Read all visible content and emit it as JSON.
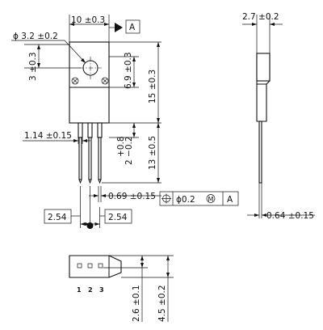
{
  "dimensions": {
    "body_width": "10 ±0.3",
    "datum_a": "A",
    "hole_diameter": "ϕ 3.2 ±0.2",
    "hole_offset": "3 ±0.3",
    "hole_to_edge": "6.9 ±0.3",
    "body_height": "15 ±0.3",
    "lead_width": "1.14 ±0.15",
    "lead_tol_plus": "+0.8",
    "lead_tol_main": "2 −0.2",
    "lead_length": "13 ±0.5",
    "lead_thickness": "0.69 ±0.15",
    "pitch_left": "2.54",
    "pitch_right": "2.54",
    "package_depth": "2.7 ±0.2",
    "lead_depth": "0.64 ±0.15",
    "bottom_offset": "2.6 ±0.1",
    "bottom_depth": "4.5 ±0.2"
  },
  "position_tolerance": {
    "symbol": "⊕",
    "value": "ϕ0.2",
    "modifier": "M",
    "datum": "A"
  },
  "pins": [
    "1",
    "2",
    "3"
  ]
}
